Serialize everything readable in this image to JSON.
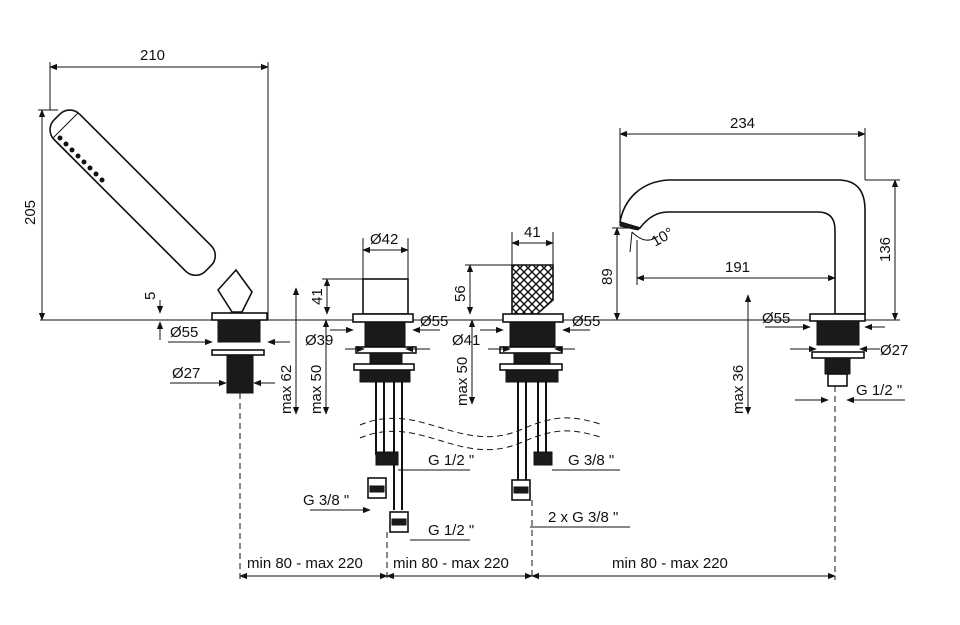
{
  "labels": {
    "hs_width": "210",
    "hs_height": "205",
    "hs_5": "5",
    "hs_d55": "Ø55",
    "hs_d27": "Ø27",
    "hs_max62": "max 62",
    "v1_d42": "Ø42",
    "v1_41": "41",
    "v1_d55": "Ø55",
    "v1_d39": "Ø39",
    "v1_max50": "max 50",
    "v2_41": "41",
    "v2_56": "56",
    "v2_d55": "Ø55",
    "v2_d41": "Ø41",
    "v2_max50": "max 50",
    "sp_234": "234",
    "sp_136": "136",
    "sp_89": "89",
    "sp_191": "191",
    "sp_10deg": "10°",
    "sp_d55": "Ø55",
    "sp_d27": "Ø27",
    "sp_max36": "max 36",
    "sp_g12": "G 1/2 \"",
    "p_g12_a": "G 1/2 \"",
    "p_g38_a": "G 3/8 \"",
    "p_g12_b": "G 1/2 \"",
    "p_g38_b": "G 3/8 \"",
    "p_2xg38": "2 x G 3/8 \"",
    "span_1": "min 80 - max 220",
    "span_2": "min 80 - max 220",
    "span_3": "min 80 - max 220"
  }
}
